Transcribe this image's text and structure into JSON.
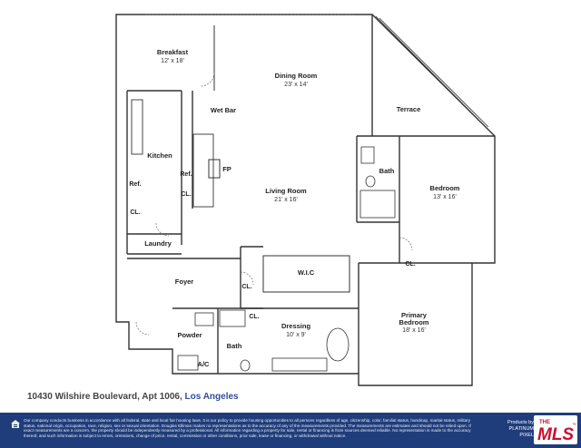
{
  "rooms": {
    "breakfast": {
      "name": "Breakfast",
      "dims": "12' x 18'"
    },
    "dining": {
      "name": "Dining Room",
      "dims": "23' x 14'"
    },
    "wetbar": {
      "name": "Wet Bar"
    },
    "terrace": {
      "name": "Terrace"
    },
    "kitchen": {
      "name": "Kitchen"
    },
    "fp": {
      "name": "FP"
    },
    "bath1": {
      "name": "Bath"
    },
    "bedroom": {
      "name": "Bedroom",
      "dims": "13' x 16'"
    },
    "ref1": {
      "name": "Ref."
    },
    "ref2": {
      "name": "Ref."
    },
    "cl1": {
      "name": "CL."
    },
    "cl2": {
      "name": "CL."
    },
    "living": {
      "name": "Living Room",
      "dims": "21' x 16'"
    },
    "laundry": {
      "name": "Laundry"
    },
    "cl3": {
      "name": "CL."
    },
    "foyer": {
      "name": "Foyer"
    },
    "wic": {
      "name": "W.I.C"
    },
    "cl4": {
      "name": "CL."
    },
    "cl5": {
      "name": "CL."
    },
    "primary": {
      "name1": "Primary",
      "name2": "Bedroom",
      "dims": "18' x 16'"
    },
    "dressing": {
      "name": "Dressing",
      "dims": "10' x 9'"
    },
    "powder": {
      "name": "Powder"
    },
    "bath2": {
      "name": "Bath"
    },
    "ac": {
      "name": "A/C"
    }
  },
  "caption": {
    "address": "10430 Wilshire Boulevard, Apt 1006,",
    "city": "Los Angeles"
  },
  "footer": {
    "disclaimer": "Our company conducts business in accordance with all federal, state and local fair housing laws. It is our policy to provide housing opportunities to all persons regardless of age, citizenship, color, familial status, handicap, marital status, military status, national origin, occupation, race, religion, sex or sexual orientation. Douglas Elliman makes no representations as to the accuracy of any of the measurements provided. The measurements are estimates and should not be relied upon. If exact measurements are a concern, the property should be independently measured by a professional. All information regarding a property for sale, rental or financing is from sources deemed reliable. No representation is made to the accuracy thereof, and such information is subject to errors, omissions, change of price, rental, commission or other conditions, prior sale, lease or financing, or withdrawal without notice.",
    "provided_line1": "Products by",
    "provided_line2": "PLATINUM PIXEL",
    "logo_small": "THE",
    "logo_text": "MLS",
    "logo_tm": "™",
    "colors": {
      "footer_bg": "#1f3d7a",
      "logo_red": "#c8102e"
    }
  }
}
